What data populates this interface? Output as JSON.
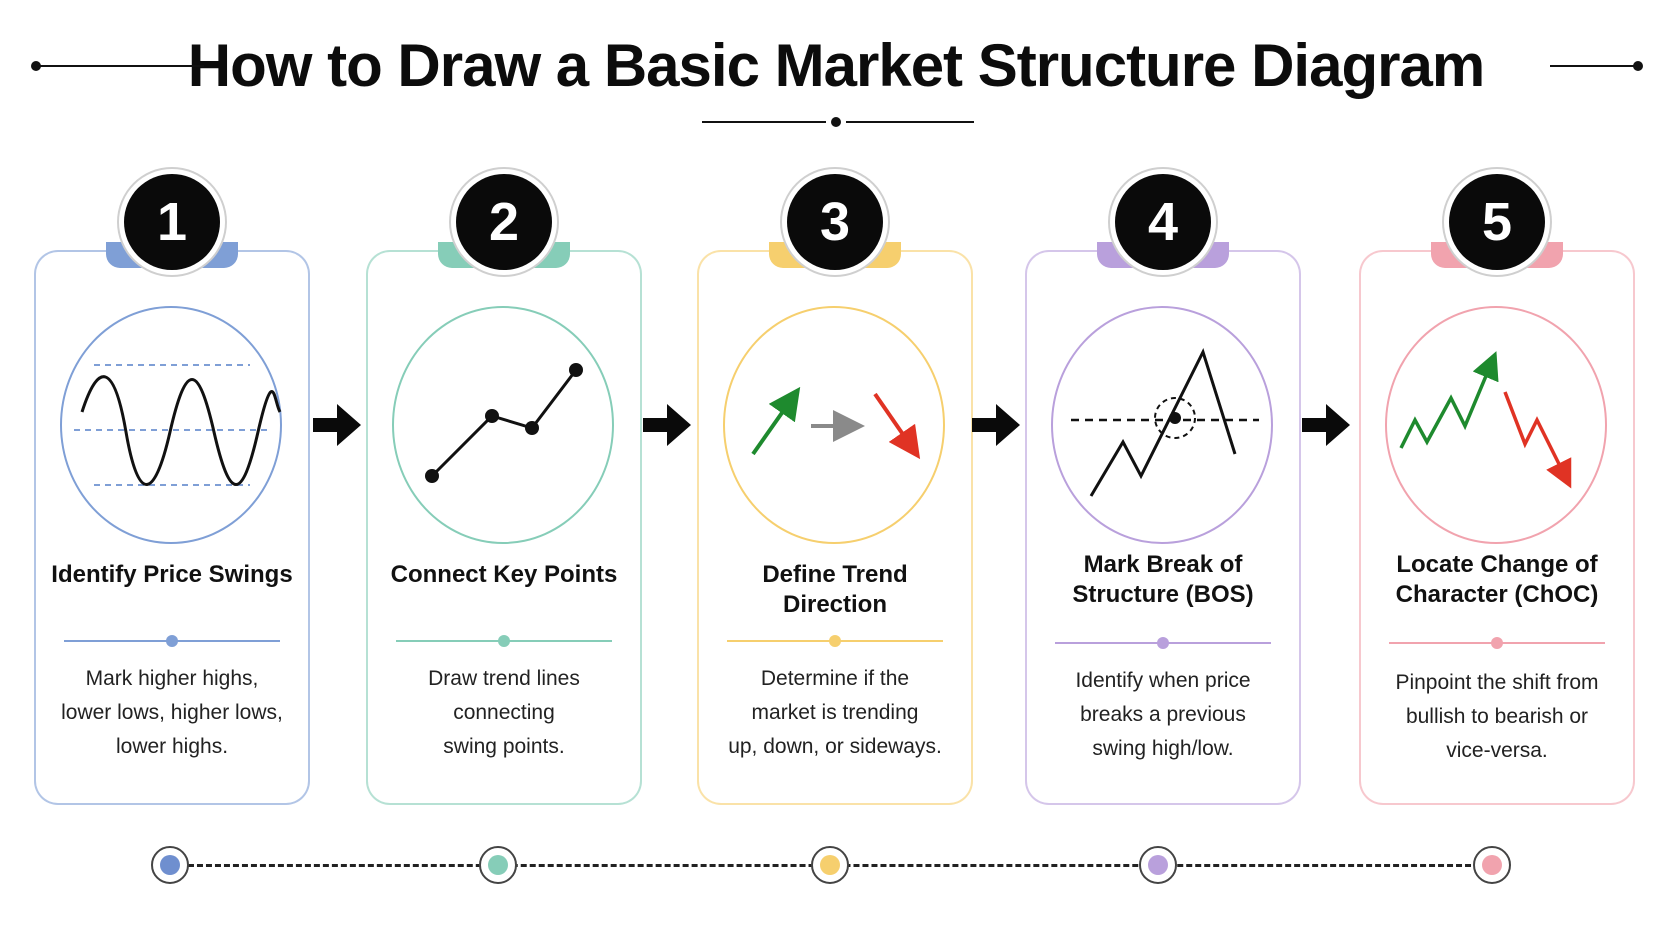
{
  "title": "How to Draw a Basic Market Structure Diagram",
  "steps": [
    {
      "number": "1",
      "title_lines": [
        "Identify Price Swings"
      ],
      "desc_lines": [
        "Mark higher highs,",
        "lower lows, higher lows,",
        "lower highs."
      ],
      "color": "#7f9fd6",
      "icon": "sine-wave-icon"
    },
    {
      "number": "2",
      "title_lines": [
        "Connect Key Points"
      ],
      "desc_lines": [
        "Draw trend lines",
        "connecting",
        "swing points."
      ],
      "color": "#86cdb8",
      "icon": "connected-points-icon"
    },
    {
      "number": "3",
      "title_lines": [
        "Define Trend Direction"
      ],
      "desc_lines": [
        "Determine if the",
        "market is trending",
        "up, down, or sideways."
      ],
      "color": "#f6cf6e",
      "icon": "trend-arrows-icon"
    },
    {
      "number": "4",
      "title_lines": [
        "Mark Break of",
        "Structure (BOS)"
      ],
      "desc_lines": [
        "Identify when price",
        "breaks a previous",
        "swing high/low."
      ],
      "color": "#b9a0dc",
      "icon": "break-of-structure-icon"
    },
    {
      "number": "5",
      "title_lines": [
        "Locate Change of",
        "Character (ChOC)"
      ],
      "desc_lines": [
        "Pinpoint the shift from",
        "bullish to bearish or",
        "vice-versa."
      ],
      "color": "#f1a3ae",
      "icon": "change-of-character-icon"
    }
  ],
  "colors": {
    "up": "#1e8a2e",
    "down": "#e03324",
    "neutral": "#8a8a8a",
    "ink": "#111111"
  }
}
